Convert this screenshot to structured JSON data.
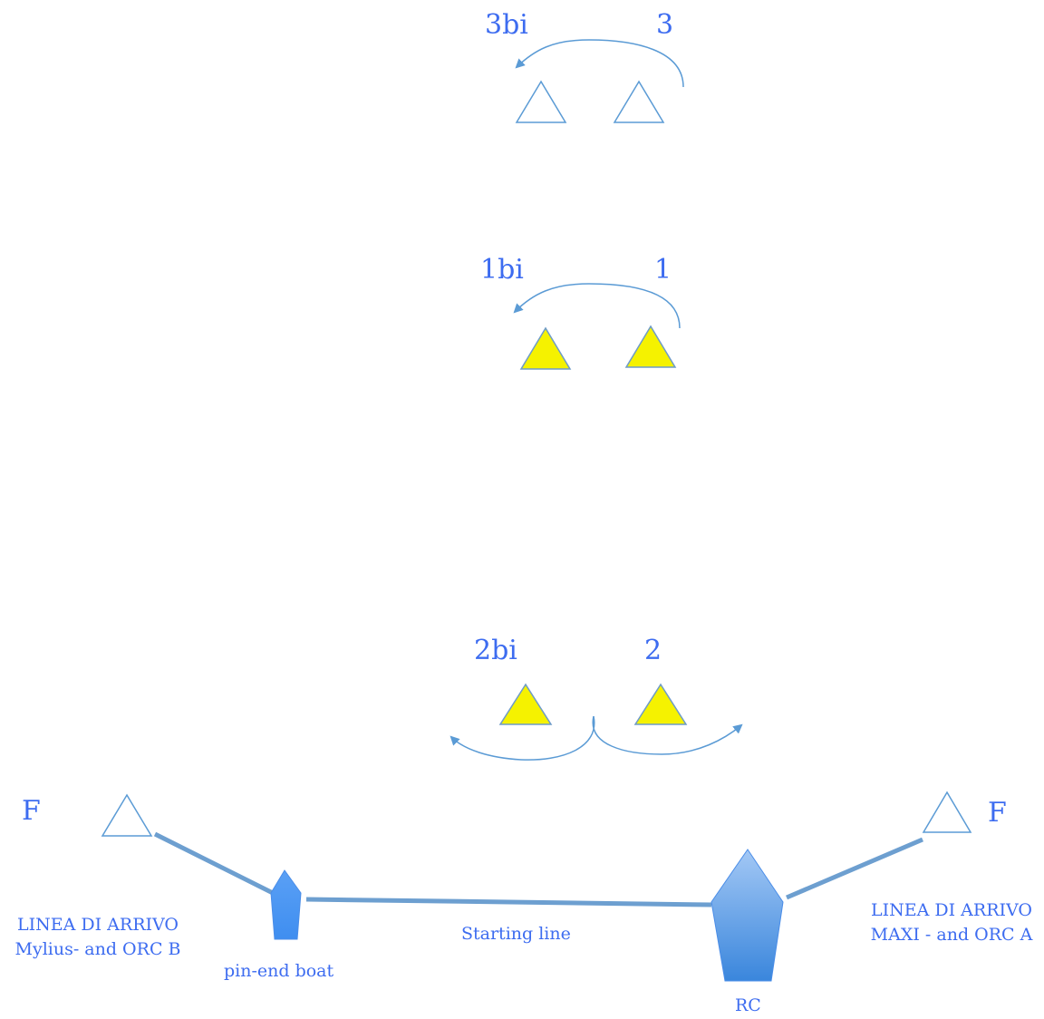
{
  "colors": {
    "label": "#3d6cf0",
    "outline": "#5b9bd5",
    "mark_yellow": "#f5f200",
    "mark_yellow_stroke": "#6e9bc8",
    "line": "#6d9fd0",
    "boat_fill": "#4f92f0"
  },
  "marks": {
    "m3bi": {
      "label": "3bi",
      "style": "outline"
    },
    "m3": {
      "label": "3",
      "style": "outline"
    },
    "m1bi": {
      "label": "1bi",
      "style": "yellow"
    },
    "m1": {
      "label": "1",
      "style": "yellow"
    },
    "m2bi": {
      "label": "2bi",
      "style": "yellow"
    },
    "m2": {
      "label": "2",
      "style": "yellow"
    },
    "finish_left": {
      "label": "F",
      "style": "outline"
    },
    "finish_right": {
      "label": "F",
      "style": "outline"
    }
  },
  "boats": {
    "pin_end": {
      "label": "pin-end boat"
    },
    "rc": {
      "label": "RC"
    }
  },
  "lines": {
    "starting_line": "Starting line",
    "finish_left": {
      "line1": "LINEA DI ARRIVO",
      "line2": "Mylius- and ORC B"
    },
    "finish_right": {
      "line1": "LINEA DI ARRIVO",
      "line2": "MAXI - and ORC A"
    }
  }
}
